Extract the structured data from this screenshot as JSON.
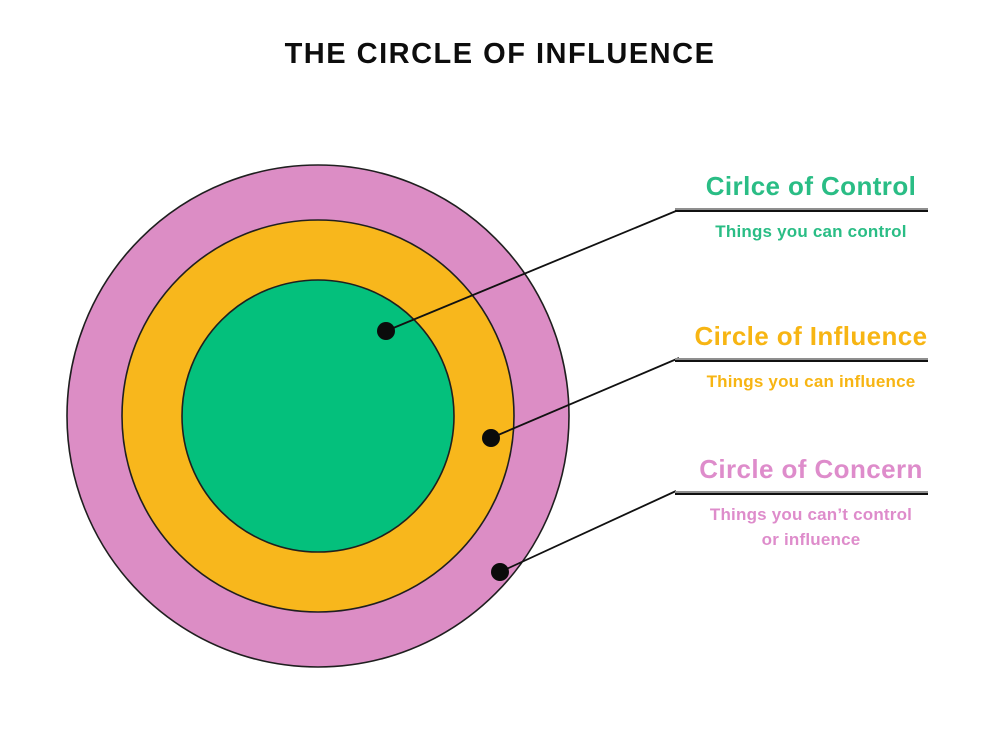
{
  "title": "THE CIRCLE OF INFLUENCE",
  "colors": {
    "concern_fill": "#DC8DC5",
    "influence_fill": "#F8B71C",
    "control_fill": "#04C07C",
    "control_text": "#2ABD85",
    "influence_text": "#F7B513",
    "concern_text": "#DE8CCB"
  },
  "labels": {
    "control": {
      "title": "Cirlce of Control",
      "subtitle": "Things you can control"
    },
    "influence": {
      "title": "Circle of Influence",
      "subtitle": "Things you can influence"
    },
    "concern": {
      "title": "Circle of Concern",
      "subtitle_lines": [
        "Things you can’t control",
        "or influence"
      ]
    }
  }
}
